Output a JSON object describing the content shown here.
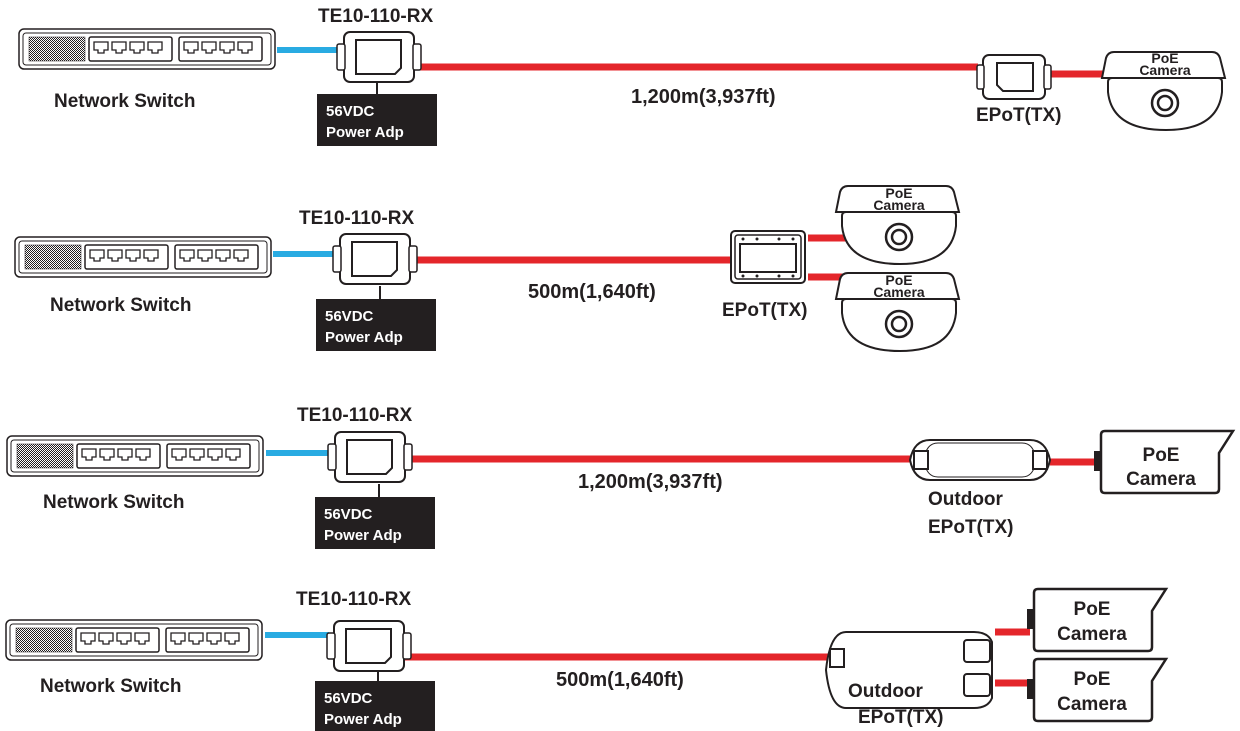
{
  "colors": {
    "utp_cable": "#29abe2",
    "coax_cable": "#e4262b",
    "outline": "#231f20",
    "adapter_fill": "#231f20",
    "adapter_text": "#ffffff"
  },
  "rows": [
    {
      "switch_label": "Network Switch",
      "receiver_label": "TE10-110-RX",
      "adapter_line1": "56VDC",
      "adapter_line2": "Power Adp",
      "distance": "1,200m(3,937ft)",
      "transmitter_label": "EPoT(TX)",
      "camera_labels": [
        {
          "line1": "PoE",
          "line2": "Camera"
        }
      ]
    },
    {
      "switch_label": "Network Switch",
      "receiver_label": "TE10-110-RX",
      "adapter_line1": "56VDC",
      "adapter_line2": "Power Adp",
      "distance": "500m(1,640ft)",
      "transmitter_label": "EPoT(TX)",
      "camera_labels": [
        {
          "line1": "PoE",
          "line2": "Camera"
        },
        {
          "line1": "PoE",
          "line2": "Camera"
        }
      ]
    },
    {
      "switch_label": "Network Switch",
      "receiver_label": "TE10-110-RX",
      "adapter_line1": "56VDC",
      "adapter_line2": "Power Adp",
      "distance": "1,200m(3,937ft)",
      "transmitter_line1": "Outdoor",
      "transmitter_line2": "EPoT(TX)",
      "camera_labels": [
        {
          "line1": "PoE",
          "line2": "Camera"
        }
      ]
    },
    {
      "switch_label": "Network Switch",
      "receiver_label": "TE10-110-RX",
      "adapter_line1": "56VDC",
      "adapter_line2": "Power Adp",
      "distance": "500m(1,640ft)",
      "transmitter_line1": "Outdoor",
      "transmitter_line2": "EPoT(TX)",
      "camera_labels": [
        {
          "line1": "PoE",
          "line2": "Camera"
        },
        {
          "line1": "PoE",
          "line2": "Camera"
        }
      ]
    }
  ]
}
